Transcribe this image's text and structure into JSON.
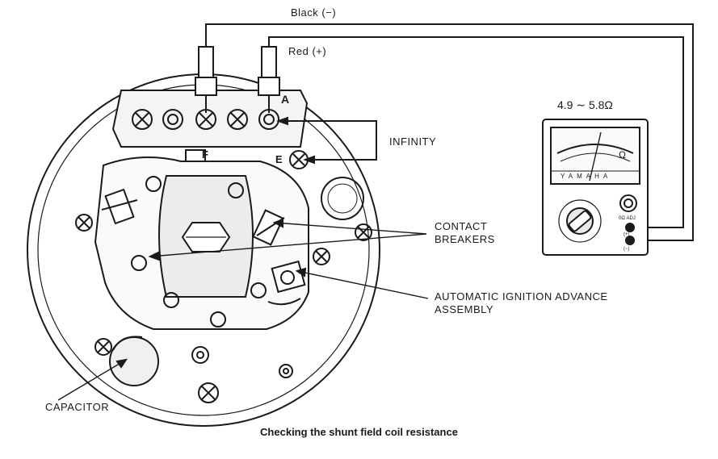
{
  "wire_labels": {
    "black": "Black (−)",
    "red": "Red (+)"
  },
  "terminal_labels": {
    "a": "A",
    "f": "F",
    "e": "E"
  },
  "callouts": {
    "infinity": "INFINITY",
    "contact_breakers": [
      "CONTACT",
      "BREAKERS"
    ],
    "advance_assembly": [
      "AUTOMATIC IGNITION ADVANCE",
      "ASSEMBLY"
    ],
    "capacitor": "CAPACITOR"
  },
  "meter": {
    "reading": "4.9 ∼ 5.8Ω",
    "scale_symbol": "Ω",
    "brand": "YAMAHA",
    "zero_adj": "0Ω ADJ",
    "plus_jack": "(+)",
    "minus_jack": "(−)"
  },
  "caption": "Checking the shunt field coil resistance"
}
